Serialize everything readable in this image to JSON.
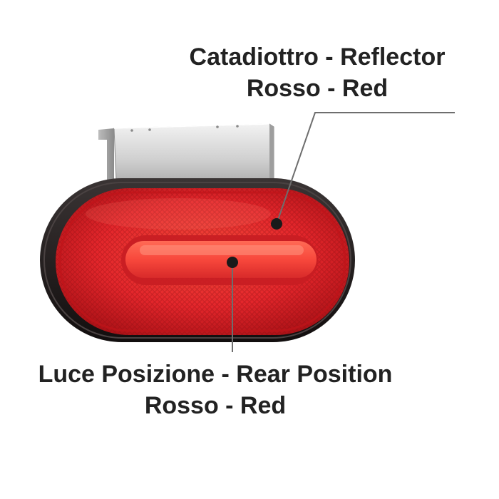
{
  "labels": {
    "reflector": {
      "line1": "Catadiottro - Reflector",
      "line2": "Rosso - Red"
    },
    "position_light": {
      "line1": "Luce Posizione - Rear Position",
      "line2": "Rosso - Red"
    }
  },
  "colors": {
    "lens_red": "#e3262b",
    "lens_dark_red": "#a50f14",
    "housing": "#1e1a1a",
    "bracket": "#c9c9c9",
    "leader_line": "#6e6e6e",
    "text": "#222222"
  }
}
